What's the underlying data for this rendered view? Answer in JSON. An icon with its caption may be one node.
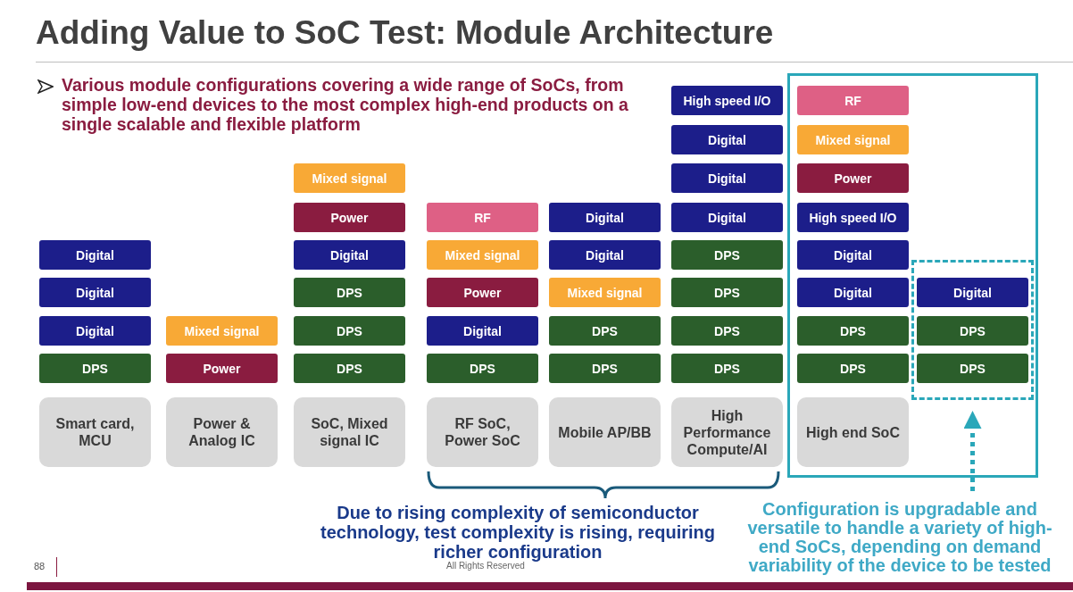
{
  "diagram": {
    "title": "Adding Value to SoC Test: Module Architecture",
    "nodes": [
      {
        "text": [
          "Digital"
        ]
      },
      {
        "text": [
          "Digital"
        ]
      },
      {
        "text": [
          "Digital"
        ]
      },
      {
        "text": [
          "DPS"
        ]
      },
      {
        "text": [
          "Smart card, MCU"
        ]
      },
      {
        "text": [
          "Mixed signal"
        ]
      },
      {
        "text": [
          "Power"
        ]
      },
      {
        "text": [
          "Power & Analog IC"
        ]
      },
      {
        "text": [
          "Mixed signal"
        ]
      },
      {
        "text": [
          "Power"
        ]
      },
      {
        "text": [
          "Digital"
        ]
      },
      {
        "text": [
          "DPS"
        ]
      },
      {
        "text": [
          "DPS"
        ]
      },
      {
        "text": [
          "DPS"
        ]
      },
      {
        "text": [
          "SoC, Mixed signal IC"
        ]
      },
      {
        "text": [
          "RF"
        ]
      },
      {
        "text": [
          "Mixed signal"
        ]
      },
      {
        "text": [
          "Power"
        ]
      },
      {
        "text": [
          "Digital"
        ]
      },
      {
        "text": [
          "DPS"
        ]
      },
      {
        "text": [
          "RF SoC, Power SoC"
        ]
      },
      {
        "text": [
          "Digital"
        ]
      },
      {
        "text": [
          "Digital"
        ]
      },
      {
        "text": [
          "Mixed signal"
        ]
      },
      {
        "text": [
          "DPS"
        ]
      },
      {
        "text": [
          "DPS"
        ]
      },
      {
        "text": [
          "Mobile AP/BB"
        ]
      },
      {
        "text": [
          "High speed I/O"
        ]
      },
      {
        "text": [
          "Digital"
        ]
      },
      {
        "text": [
          "Digital"
        ]
      },
      {
        "text": [
          "Digital"
        ]
      },
      {
        "text": [
          "DPS"
        ]
      },
      {
        "text": [
          "DPS"
        ]
      },
      {
        "text": [
          "DPS"
        ]
      },
      {
        "text": [
          "DPS"
        ]
      },
      {
        "text": [
          "High Performance Compute/AI"
        ]
      },
      {
        "text": [],
        "shape": "box"
      },
      {
        "text": [
          "RF"
        ],
        "in": 36
      },
      {
        "text": [
          "Mixed signal"
        ],
        "in": 36
      },
      {
        "text": [
          "Power"
        ],
        "in": 36
      },
      {
        "text": [
          "High speed I/O"
        ],
        "in": 36
      },
      {
        "text": [
          "Digital"
        ],
        "in": 36
      },
      {
        "text": [
          "Digital"
        ],
        "in": 36
      },
      {
        "text": [
          "DPS"
        ],
        "in": 36
      },
      {
        "text": [
          "DPS"
        ],
        "in": 36
      },
      {
        "text": [
          "High end SoC"
        ],
        "in": 36
      },
      {
        "text": [],
        "shape": "box",
        "in": 36
      },
      {
        "text": [
          "Digital"
        ],
        "in": 46
      },
      {
        "text": [
          "DPS"
        ],
        "in": 46
      },
      {
        "text": [
          "DPS"
        ],
        "in": 46
      },
      {
        "text": [
          "Configuration is  upgradable and versatile to handle a variety of high-end SoCs, depending on demand variability of the device to be tested"
        ]
      }
    ],
    "edges": [
      {
        "from": 50,
        "to": 46,
        "arrow": "to",
        "style": "dashed"
      }
    ],
    "labels": [
      "Various module configurations covering a wide range of SoCs, from simple low-end devices to the most complex high-end products on a single scalable and flexible platform",
      "Due to rising complexity of semiconductor technology, test complexity is rising, requiring richer configuration",
      "88",
      "All Rights Reserved"
    ]
  }
}
